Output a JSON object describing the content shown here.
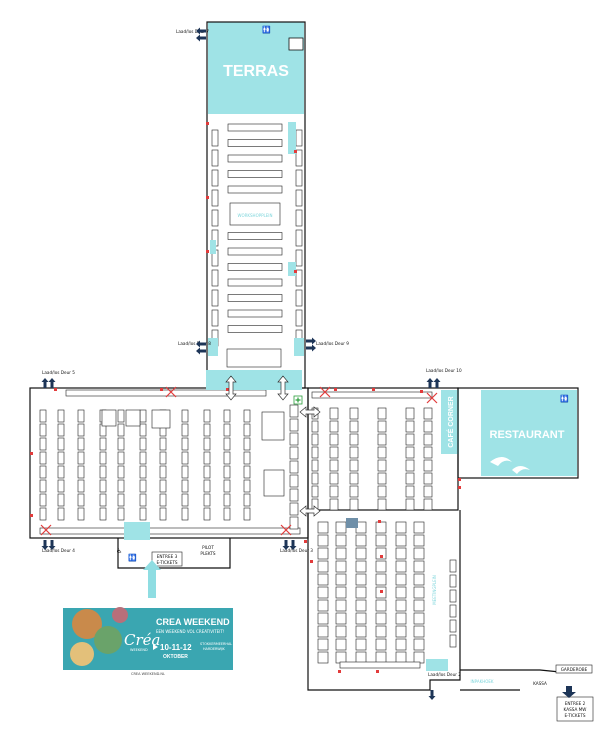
{
  "colors": {
    "accent": "#9fe3e6",
    "wall": "#111111",
    "exit_red": "#e23b3b",
    "arrow_navy": "#1d3557",
    "arrow_cyan": "#8fdde2",
    "banner_bg": "#3aa6b1"
  },
  "zones": {
    "terras": "TERRAS",
    "restaurant": "RESTAURANT",
    "cafe_corner": "CAFÉ CORNER",
    "workshops": "WORKSHOPPLEIN",
    "kassa": "KASSA",
    "garderobe": "GARDEROBE",
    "inpakhoek": "INPAKHOEK",
    "plein_wide": "MEETINGPLEIN"
  },
  "doors": {
    "door7": "Laad/los Deur 7",
    "door8": "Laad/los Deur 8",
    "door9": "Laad/los Deur 9",
    "door5": "Laad/los Deur 5",
    "door10": "Laad/los Deur 10",
    "door4": "Laad/los Deur 4",
    "door3": "Laad/los Deur 3",
    "door2": "Laad/los Deur 2"
  },
  "entrances": {
    "entrance3_line1": "ENTREE 3",
    "entrance3_line2": "E-TICKETS",
    "pilot_line1": "PILOT",
    "pilot_line2": "PLEKTS",
    "entrance2_line1": "ENTREE 2",
    "entrance2_line2": "KASSA MW",
    "entrance2_line3": "E-TICKETS"
  },
  "banner": {
    "brand": "Créa",
    "brand_sub": "WEEKEND",
    "title": "CREA WEEKEND",
    "subtitle": "EEN WEEKEND VOL CREATIVITEIT!",
    "dates": "10-11-12",
    "month": "OKTOBER",
    "tag1": "STOKKERMEERHAL",
    "tag2": "HARDERWIJK",
    "footer": "CREA WEEKEND.NL"
  },
  "icons": {
    "toilet": "toilet-icon",
    "wheelchair": "wheelchair-icon",
    "first_aid": "first-aid-icon",
    "exit_cross": "blocked-exit-icon",
    "arrow": "entry-arrow-icon",
    "bird": "bird-icon"
  }
}
